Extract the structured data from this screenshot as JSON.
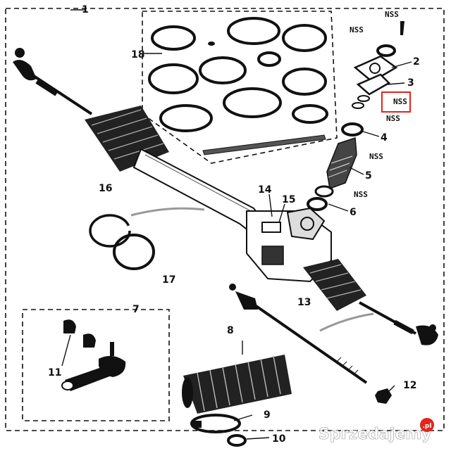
{
  "callouts": {
    "c1": "1",
    "c2": "2",
    "c3": "3",
    "c4": "4",
    "c5": "5",
    "c6": "6",
    "c7": "7",
    "c8": "8",
    "c9": "9",
    "c10": "10",
    "c11": "11",
    "c12": "12",
    "c13": "13",
    "c14": "14",
    "c15": "15",
    "c16": "16",
    "c17": "17",
    "c18": "18"
  },
  "nss_labels": {
    "n1": "NSS",
    "n2": "NSS",
    "n3": "NSS",
    "n4": "NSS",
    "n5": "NSS",
    "n6": "NSS"
  },
  "watermark": "Sprzedajemy",
  "watermark_badge": ".pl",
  "colors": {
    "highlight_box": "#e0251b",
    "ink": "#111111",
    "badge": "#e0251b"
  }
}
